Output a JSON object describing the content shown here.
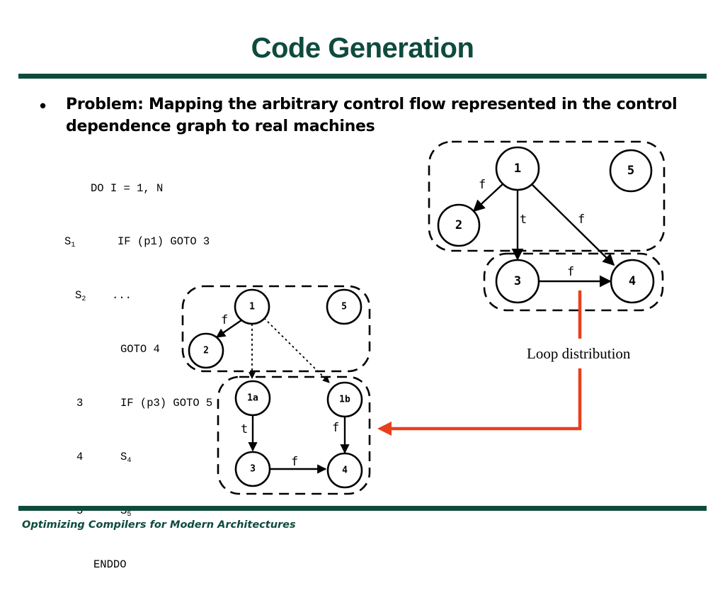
{
  "slide": {
    "title": "Code Generation",
    "bullet": "Problem: Mapping the arbitrary control flow represented in the control dependence graph to real machines",
    "footer": "Optimizing Compilers for Modern Architectures",
    "caption": "Loop distribution"
  },
  "code": {
    "l1": "DO I = 1, N",
    "l2_label": "S",
    "l2_sub": "1",
    "l2": "IF (p1) GOTO 3",
    "l3_label": "S",
    "l3_sub": "2",
    "l3": "...",
    "l4": "GOTO 4",
    "l5_label": "3",
    "l5": "IF (p3) GOTO 5",
    "l6_label": "4",
    "l6": "S",
    "l6_sub": "4",
    "l7_label": "5",
    "l7": "S",
    "l7_sub": "5",
    "l8": "ENDDO"
  },
  "graph_original": {
    "nodes": [
      "1",
      "5",
      "2",
      "3",
      "4"
    ],
    "edge_labels": {
      "e1_2": "f",
      "e1_3": "t",
      "e1_4": "f",
      "e3_4": "f"
    }
  },
  "graph_distributed": {
    "nodes": [
      "1",
      "5",
      "2",
      "1a",
      "1b",
      "3",
      "4"
    ],
    "edge_labels": {
      "e1_2": "f",
      "e1a_3": "t",
      "e1b_4": "f",
      "e3_4": "f"
    }
  },
  "colors": {
    "title": "#0e4b3d",
    "rule": "#0e4b3d",
    "arrow": "#e8401c"
  }
}
